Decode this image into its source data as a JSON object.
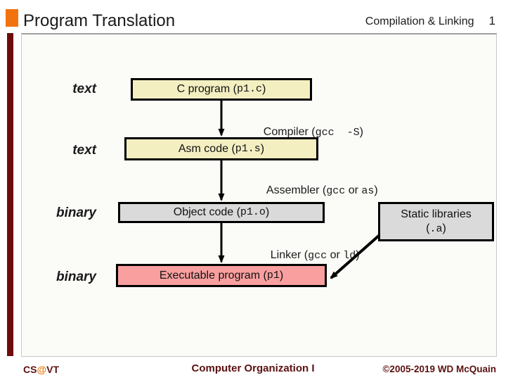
{
  "header": {
    "title": "Program Translation",
    "course_topic": "Compilation & Linking",
    "page_number": "1"
  },
  "diagram": {
    "row_labels": {
      "row1": "text",
      "row2": "text",
      "row3": "binary",
      "row4": "binary"
    },
    "boxes": {
      "c_program": {
        "prefix": "C program (",
        "code": "p1.c",
        "suffix": ")"
      },
      "asm_code": {
        "prefix": "Asm code (",
        "code": "p1.s",
        "suffix": ")"
      },
      "object_code": {
        "prefix": "Object code (",
        "code": "p1.o",
        "suffix": ")"
      },
      "static_libraries": {
        "line1": "Static libraries",
        "prefix": "(",
        "code": ".a",
        "suffix": ")"
      },
      "executable": {
        "prefix": "Executable program (",
        "code": "p1",
        "suffix": ")"
      }
    },
    "edge_labels": {
      "compiler": {
        "p1": "Compiler (",
        "c1": "gcc  -S",
        "p2": ")"
      },
      "assembler": {
        "p1": "Assembler (",
        "c1": "gcc",
        "p2": " or ",
        "c2": "as",
        "p3": ")"
      },
      "linker": {
        "p1": "Linker (",
        "c1": "gcc",
        "p2": " or ",
        "c2": "ld",
        "p3": ")"
      }
    },
    "colors": {
      "source_box_fill": "#f3efc1",
      "binary_box_fill": "#dadada",
      "executable_box_fill": "#f99f9f",
      "accent_orange": "#f2730e",
      "accent_maroon": "#6e0b0b"
    }
  },
  "footer": {
    "left_cs": "CS",
    "left_at": "@",
    "left_vt": "VT",
    "center": "Computer Organization I",
    "right": "©2005-2019 WD McQuain"
  }
}
